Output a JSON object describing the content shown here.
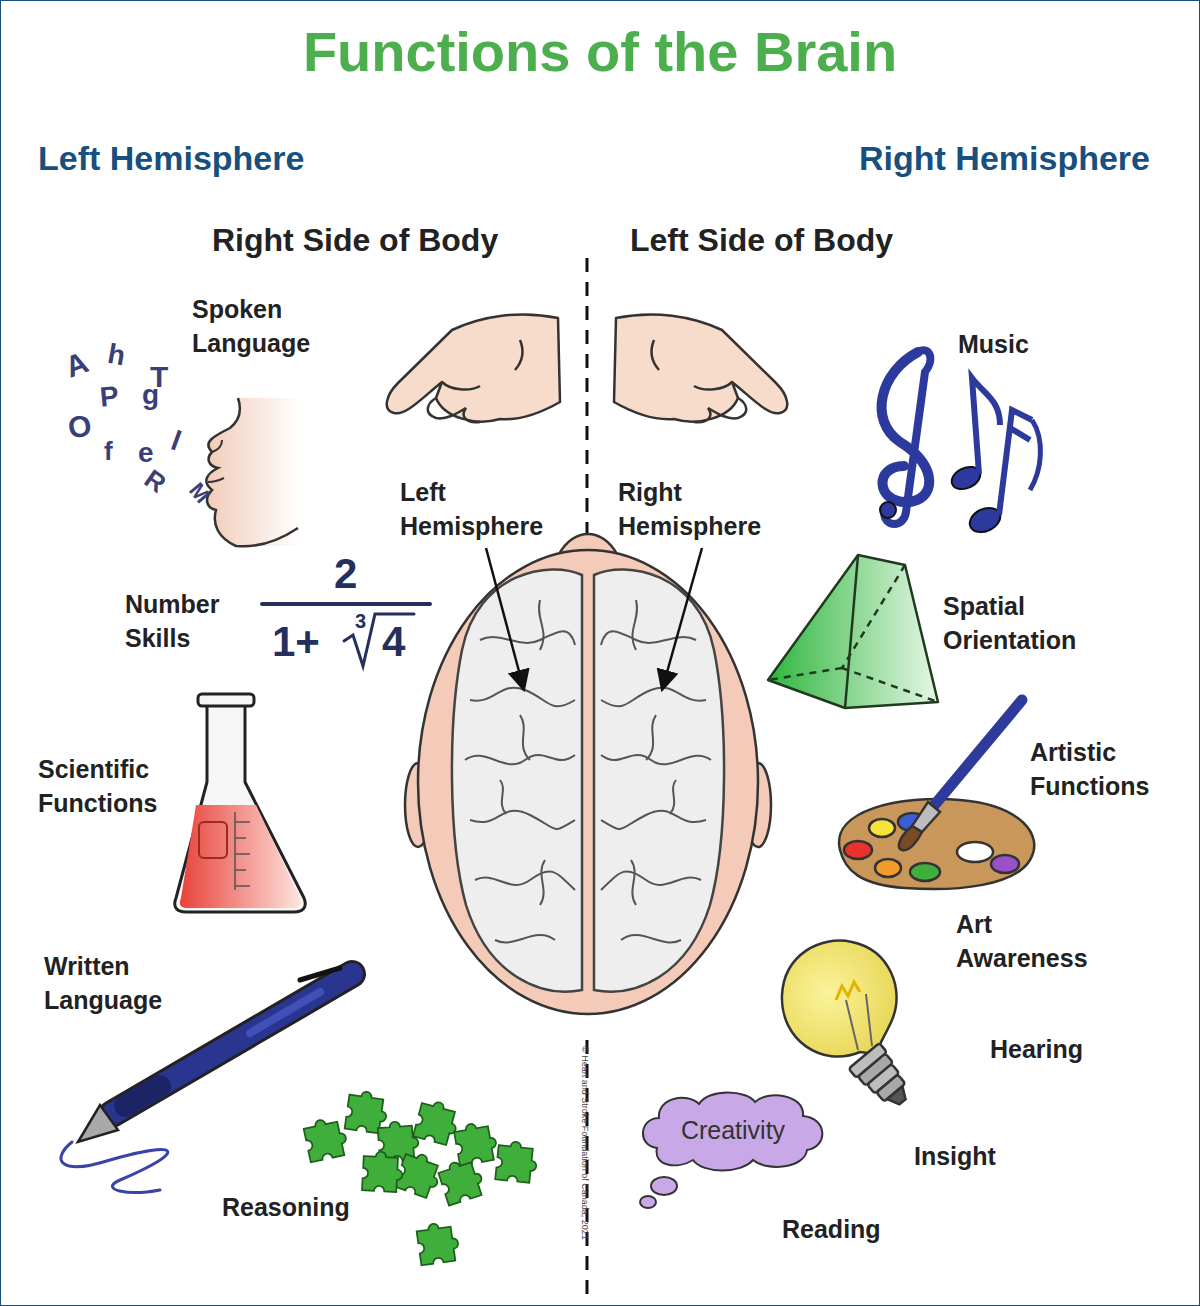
{
  "diagram": {
    "title": "Functions of the Brain",
    "nodes": [
      {
        "text": [
          "Creativity"
        ]
      }
    ],
    "labels": [
      "Left Hemisphere",
      "Right Hemisphere",
      "Right Side of Body",
      "Left Side of Body",
      "A",
      "h",
      "T",
      "P",
      "g",
      "O",
      "l",
      "f",
      "e",
      "R",
      "M",
      "Spoken Language",
      "Music",
      "Left Hemisphere",
      "Right Hemisphere",
      "2",
      "1+",
      "3",
      "4",
      "Number Skills",
      "Spatial Orientation",
      "Artistic Functions",
      "Scientific Functions",
      "Art Awareness",
      "Written Language",
      "Hearing",
      "Insight",
      "Reasoning",
      "Reading",
      "© Heart and Stroke Foundation of Canada, 2021"
    ]
  }
}
